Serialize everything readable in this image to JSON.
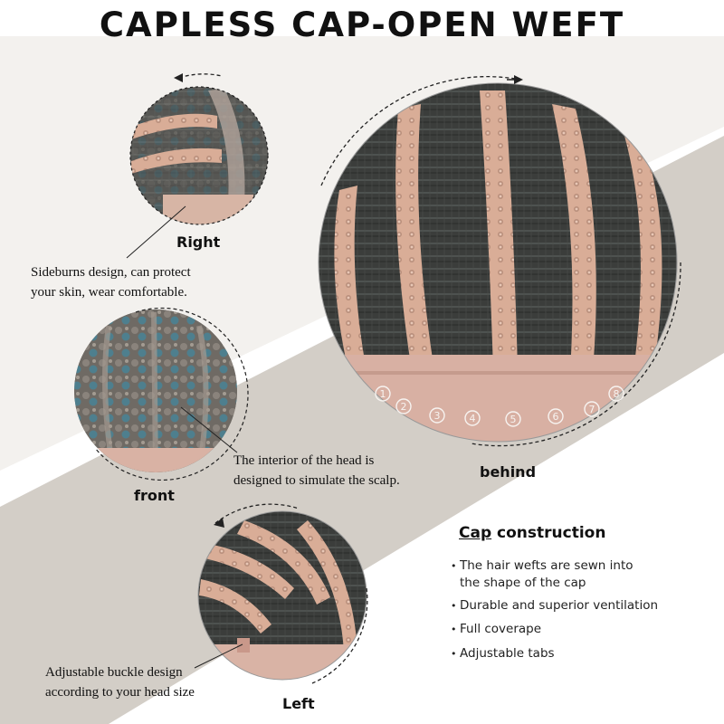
{
  "title": "CAPLESS CAP-OPEN WEFT",
  "views": {
    "right": "Right",
    "front": "front",
    "behind": "behind",
    "left": "Left"
  },
  "notes": {
    "sideburns_line1": "Sideburns design, can protect",
    "sideburns_line2": "your skin, wear comfortable.",
    "interior_line1": "The interior of the head is",
    "interior_line2": "designed to simulate the scalp.",
    "buckle_line1": "Adjustable buckle design",
    "buckle_line2": "according to your head size"
  },
  "cap_construction": {
    "heading_underlined": "Cap",
    "heading_rest": " construction",
    "items": [
      {
        "line1": "The hair wefts are sewn into",
        "line2": "the shape of the cap"
      },
      {
        "line1": "Durable and superior ventilation",
        "line2": ""
      },
      {
        "line1": "Full coverape",
        "line2": ""
      },
      {
        "line1": "Adjustable tabs",
        "line2": ""
      }
    ]
  },
  "size_markers": [
    "1",
    "2",
    "3",
    "4",
    "5",
    "6",
    "7",
    "8"
  ],
  "colors": {
    "band": "#cdc8c1",
    "hair": "#3a3c3a",
    "lace": "#d9ad97",
    "lace_dark": "#b98f7c",
    "front_mesh": "#6f6a64"
  }
}
